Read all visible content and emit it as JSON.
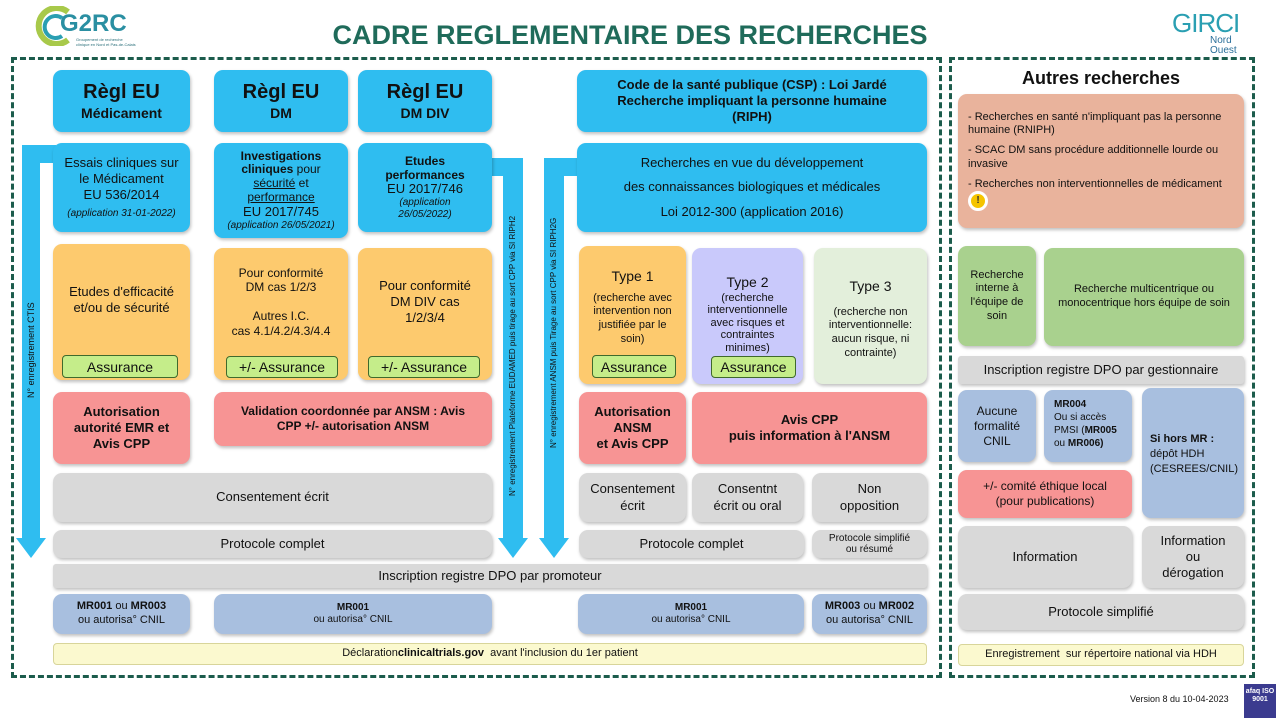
{
  "title": "CADRE REGLEMENTAIRE DES RECHERCHES",
  "logos": {
    "left": "G2RC",
    "left_sub": "Groupement de recherche clinique en Nord et Pas-de-Calais",
    "right": "GIRCI",
    "right_sub": "Nord Ouest",
    "cert": "afaq ISO 9001"
  },
  "version": "Version 8 du 10-04-2023",
  "colors": {
    "blue": "#2fbdf0",
    "orange": "#fdca6e",
    "purple": "#c9c9fb",
    "green": "#a9d18e",
    "red": "#f79494",
    "gray": "#d9d9d9",
    "steel": "#a8bfdf",
    "frame": "#1c5c4c"
  },
  "left": {
    "headers": [
      {
        "t1": "Règl EU",
        "t2": "Médicament"
      },
      {
        "t1": "Règl EU",
        "t2": "DM"
      },
      {
        "t1": "Règl EU",
        "t2": "DM DIV"
      }
    ],
    "csp_header": "Code de la santé publique (CSP) : Loi Jardé\nRecherche impliquant la personne humaine\n(RIPH)",
    "desc_med": {
      "text": "Essais cliniques sur\nle Médicament\nEU 536/2014",
      "app": "(application 31-01-2022)"
    },
    "desc_dm": {
      "b1": "Investigations\ncliniques",
      "t1": " pour",
      "u1": "sécurité",
      "t2": " et",
      "u2": "performance",
      "t3": "EU 2017/745",
      "app": "(application 26/05/2021)"
    },
    "desc_div": {
      "b": "Etudes\nperformances",
      "t": "EU 2017/746",
      "app": "(application\n26/05/2022)"
    },
    "desc_csp": "Recherches en vue du développement\ndes connaissances biologiques et médicales\nLoi 2012-300 (application 2016)",
    "arrows": [
      "N° enregistrement CTIS",
      "N° enregistrement Plateforme EUDAMED puis tirage au sort CPP via SI RIPH2",
      "N° enregistrement ANSM puis Tirage au sort CPP via SI RIPH2G"
    ],
    "scope": [
      "Etudes d'efficacité\net/ou de sécurité",
      "Pour conformité\nDM cas 1/2/3\n\nAutres I.C.\ncas 4.1/4.2/4.3/4.4",
      "Pour conformité\nDM DIV cas\n1/2/3/4"
    ],
    "types": [
      {
        "t": "Type 1",
        "d": "(recherche avec\nintervention non\njustifiée par le\nsoin)"
      },
      {
        "t": "Type 2",
        "d": "(recherche\ninterventionnelle\navec risques et\ncontraintes\nminimes)"
      },
      {
        "t": "Type 3",
        "d": "(recherche non\ninterventionnelle:\naucun risque, ni\ncontrainte)"
      }
    ],
    "assurance": [
      "Assurance",
      "+/- Assurance",
      "+/- Assurance",
      "Assurance",
      "Assurance"
    ],
    "auth": [
      "Autorisation\nautorité EMR et\nAvis CPP",
      "Validation coordonnée par ANSM : Avis\nCPP +/- autorisation ANSM",
      "Autorisation\nANSM\net Avis CPP",
      "Avis CPP\npuis information à l'ANSM"
    ],
    "consent": [
      "Consentement écrit",
      "Consentement\nécrit",
      "Consentnt\nécrit ou oral",
      "Non\nopposition"
    ],
    "protocol": [
      "Protocole complet",
      "Protocole complet",
      "Protocole simplifié\nou résumé"
    ],
    "registre": "Inscription registre DPO par promoteur",
    "mr": [
      {
        "b1": "MR001",
        "t": " ou ",
        "b2": "MR003",
        "l2": "ou autorisa° CNIL"
      },
      {
        "b1": "MR001",
        "t": "",
        "b2": "",
        "l2": "ou autorisa° CNIL"
      },
      {
        "b1": "MR001",
        "t": "",
        "b2": "",
        "l2": "ou autorisa° CNIL"
      },
      {
        "b1": "MR003",
        "t": " ou ",
        "b2": "MR002",
        "l2": "ou autorisa° CNIL"
      }
    ],
    "declaration": {
      "pre": "Déclaration ",
      "b": "clinicaltrials.gov",
      "post": "  avant l'inclusion du 1er patient"
    }
  },
  "right": {
    "title": "Autres recherches",
    "list": [
      "- Recherches en santé n'impliquant pas la personne humaine (RNIPH)",
      "- SCAC DM sans procédure additionnelle lourde ou invasive",
      "- Recherches non interventionnelles de médicament"
    ],
    "warning_icon": "warning-icon",
    "green": [
      "Recherche\ninterne à\nl'équipe de\nsoin",
      "Recherche multicentrique ou\nmonocentrique hors équipe de soin"
    ],
    "registre": "Inscription registre DPO par gestionnaire",
    "aucune": "Aucune\nformalité\nCNIL",
    "mr004": {
      "b1": "MR004",
      "t1": "\nOu si accès\nPMSI (",
      "b2": "MR005",
      "t2": "\nou ",
      "b3": "MR006)"
    },
    "hors": {
      "b": "Si hors MR :",
      "t": "\ndépôt HDH\n(CESREES/CNIL)"
    },
    "comite": "+/- comité éthique local\n(pour publications)",
    "info": "Information",
    "info_derog": "Information\nou\ndérogation",
    "protocole": "Protocole simplifié",
    "enreg": "Enregistrement  sur répertoire national via HDH"
  }
}
